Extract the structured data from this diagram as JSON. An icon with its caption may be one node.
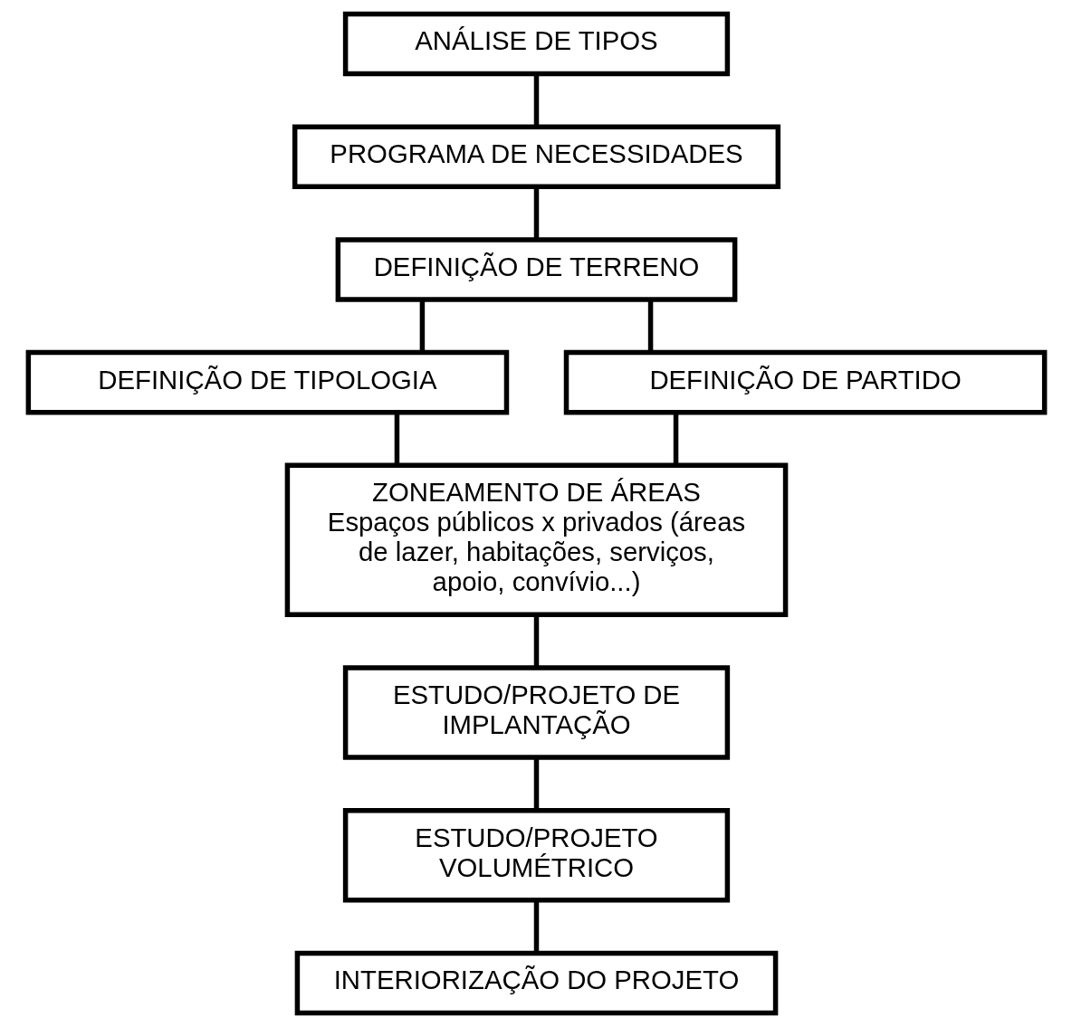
{
  "diagram": {
    "nodes": [
      {
        "text": [
          "ANÁLISE DE TIPOS"
        ]
      },
      {
        "text": [
          "PROGRAMA DE NECESSIDADES"
        ]
      },
      {
        "text": [
          "DEFINIÇÃO DE TERRENO"
        ]
      },
      {
        "text": [
          "DEFINIÇÃO DE TIPOLOGIA"
        ]
      },
      {
        "text": [
          "DEFINIÇÃO DE PARTIDO"
        ]
      },
      {
        "text": [
          "ZONEAMENTO DE ÁREAS",
          "Espaços públicos x privados (áreas de lazer, habitações, serviços, apoio, convívio...)"
        ]
      },
      {
        "text": [
          "ESTUDO/PROJETO DE IMPLANTAÇÃO"
        ]
      },
      {
        "text": [
          "ESTUDO/PROJETO VOLUMÉTRICO"
        ]
      },
      {
        "text": [
          "INTERIORIZAÇÃO DO PROJETO"
        ]
      }
    ],
    "edges": [
      {
        "from": 0,
        "to": 1,
        "arrow": "none"
      },
      {
        "from": 1,
        "to": 2,
        "arrow": "none"
      },
      {
        "from": 2,
        "to": 3,
        "arrow": "none"
      },
      {
        "from": 2,
        "to": 4,
        "arrow": "none"
      },
      {
        "from": 3,
        "to": 5,
        "arrow": "none"
      },
      {
        "from": 4,
        "to": 5,
        "arrow": "none"
      },
      {
        "from": 5,
        "to": 6,
        "arrow": "none"
      },
      {
        "from": 6,
        "to": 7,
        "arrow": "none"
      },
      {
        "from": 7,
        "to": 8,
        "arrow": "none"
      }
    ]
  }
}
